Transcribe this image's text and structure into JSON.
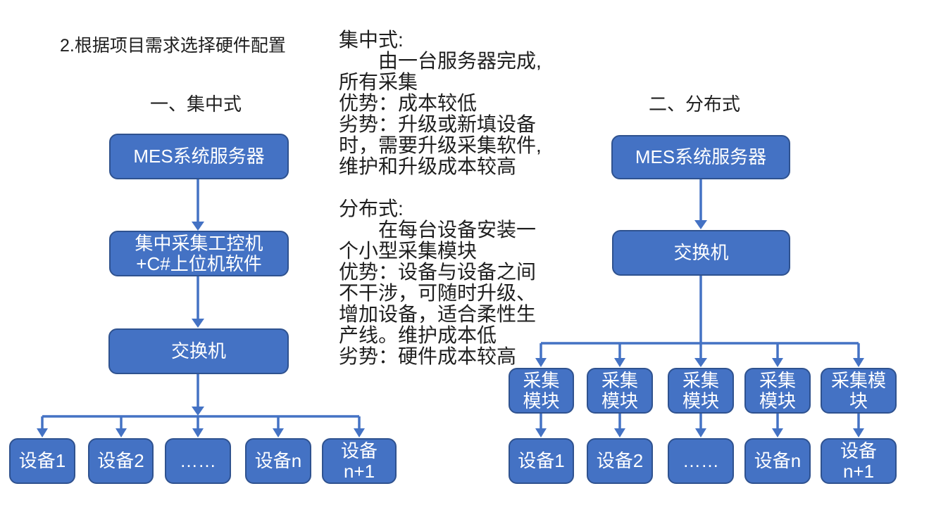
{
  "title": "2.根据项目需求选择硬件配置",
  "colors": {
    "box_fill": "#4472C4",
    "box_border": "#2F528F",
    "connector": "#4472C4",
    "box_text": "#FFFFFF",
    "body_text": "#1F1F1F",
    "background": "#FFFFFF"
  },
  "centralized": {
    "heading": "一、集中式",
    "server": "MES系统服务器",
    "ipc_line1": "集中采集工控机",
    "ipc_line2": "+C#上位机软件",
    "switch": "交换机",
    "devices": [
      "设备1",
      "设备2",
      "……",
      "设备n"
    ],
    "device_last_line1": "设备",
    "device_last_line2": "n+1"
  },
  "distributed": {
    "heading": "二、分布式",
    "server": "MES系统服务器",
    "switch": "交换机",
    "module_line1": "采集",
    "module_line2": "模块",
    "module_last_line1": "采集模",
    "module_last_line2": "块",
    "devices": [
      "设备1",
      "设备2",
      "……",
      "设备n"
    ],
    "device_last_line1": "设备",
    "device_last_line2": "n+1"
  },
  "notes_centralized": [
    "集中式:",
    "　　由一台服务器完成,",
    "所有采集",
    "优势：成本较低",
    "劣势：升级或新填设备",
    "时，需要升级采集软件,",
    "维护和升级成本较高"
  ],
  "notes_distributed": [
    "分布式:",
    "　　在每台设备安装一",
    "个小型采集模块",
    "优势：设备与设备之间",
    "不干涉，可随时升级、",
    "增加设备，适合柔性生",
    "产线。维护成本低",
    "劣势：硬件成本较高"
  ]
}
